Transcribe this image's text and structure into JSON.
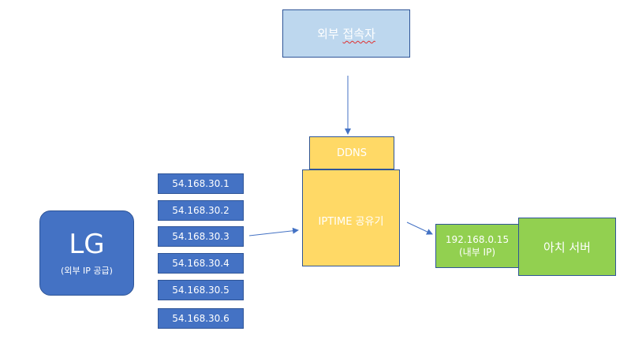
{
  "external_user": {
    "word1": "외부",
    "word2": "접속자"
  },
  "ddns": {
    "label": "DDNS"
  },
  "router": {
    "label": "IPTIME 공유기"
  },
  "isp": {
    "name": "LG",
    "note": "(외부 IP 공급)"
  },
  "public_ips": [
    "54.168.30.1",
    "54.168.30.2",
    "54.168.30.3",
    "54.168.30.4",
    "54.168.30.5",
    "54.168.30.6"
  ],
  "internal_ip": {
    "address": "192.168.0.15",
    "note": "(내부 IP)"
  },
  "server": {
    "label": "아치 서버"
  },
  "colors": {
    "yellow": "#ffd966",
    "blue": "#4472c4",
    "light_blue": "#bdd7ee",
    "green": "#92d050",
    "arrow": "#4472c4"
  }
}
